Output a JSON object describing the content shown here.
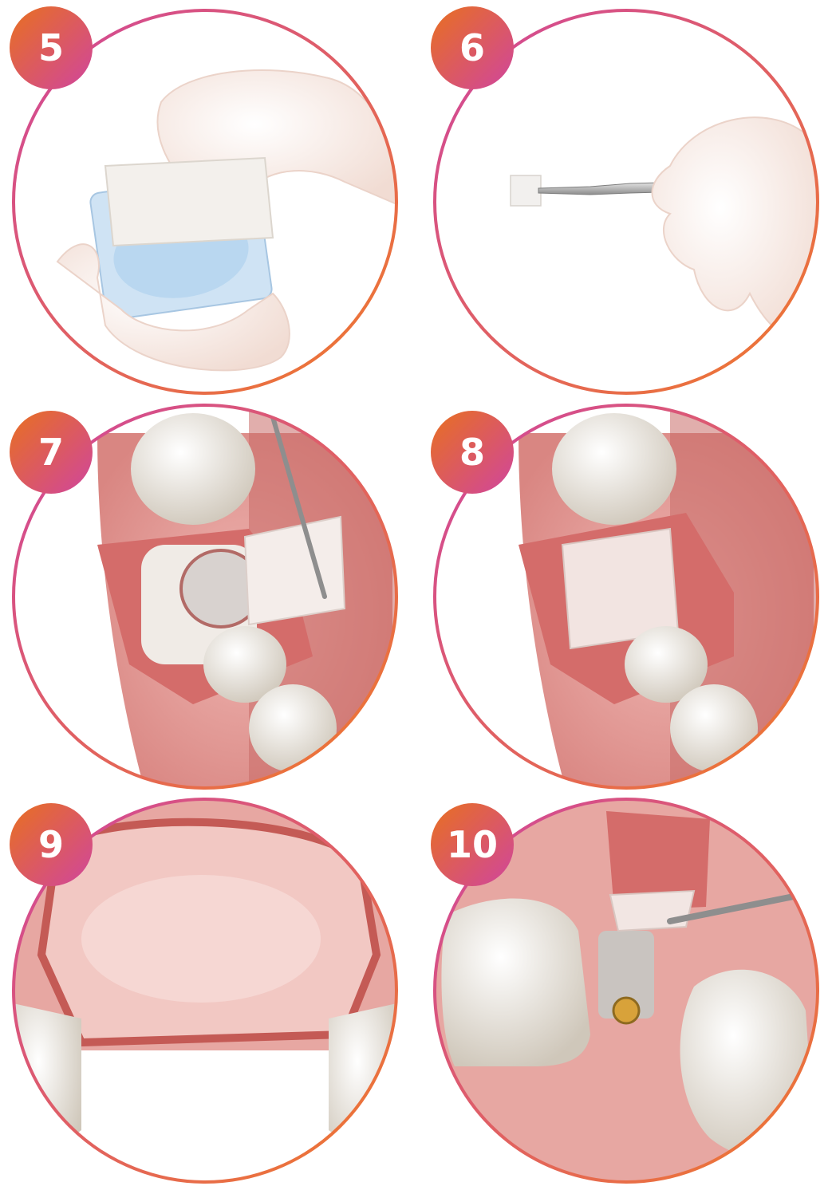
{
  "colors": {
    "badge_gradient_start": "#E8701F",
    "badge_gradient_end": "#D0459E",
    "ring_gradient_start": "#D0459E",
    "ring_gradient_end": "#F07A2A",
    "gum": "#E29A98",
    "gum_dark": "#B84A48",
    "tooth": "#ECE6DC",
    "membrane": "#F2E6E3",
    "glove": "#F7E9E3"
  },
  "steps": [
    {
      "number": "5",
      "scene": "hand-opening-membrane-package"
    },
    {
      "number": "6",
      "scene": "instrument-holding-membrane"
    },
    {
      "number": "7",
      "scene": "membrane-placed-over-bone-graft"
    },
    {
      "number": "8",
      "scene": "membrane-covering-defect"
    },
    {
      "number": "9",
      "scene": "healed-soft-tissue"
    },
    {
      "number": "10",
      "scene": "membrane-placed-around-implant"
    }
  ]
}
